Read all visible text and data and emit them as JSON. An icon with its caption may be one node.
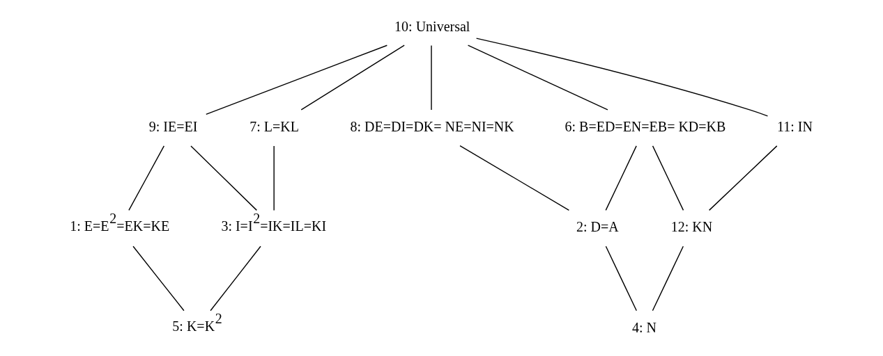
{
  "diagram": {
    "nodes": [
      {
        "text": [
          "10: Universal"
        ]
      },
      {
        "text": [
          "9: IE=EI"
        ]
      },
      {
        "text": [
          "7: L=KL"
        ]
      },
      {
        "text": [
          "8: DE=DI=DK= NE=NI=NK"
        ]
      },
      {
        "text": [
          "6: B=ED=EN=EB= KD=KB"
        ]
      },
      {
        "text": [
          "11: IN"
        ]
      },
      {
        "text": [
          "1: E=E$^{2}$=EK=KE"
        ]
      },
      {
        "text": [
          "3: I=I$^{2}$=IK=IL=KI"
        ]
      },
      {
        "text": [
          "2: D=A"
        ]
      },
      {
        "text": [
          "12: KN"
        ]
      },
      {
        "text": [
          "5: K=K$^{2}$"
        ]
      },
      {
        "text": [
          "4: N"
        ]
      }
    ],
    "edges": [
      {
        "from": 0,
        "to": 1,
        "arrow": "none"
      },
      {
        "from": 0,
        "to": 2,
        "arrow": "none"
      },
      {
        "from": 0,
        "to": 3,
        "arrow": "none"
      },
      {
        "from": 0,
        "to": 4,
        "arrow": "none"
      },
      {
        "from": 0,
        "to": 5,
        "arrow": "none"
      },
      {
        "from": 1,
        "to": 6,
        "arrow": "none"
      },
      {
        "from": 1,
        "to": 7,
        "arrow": "none"
      },
      {
        "from": 2,
        "to": 7,
        "arrow": "none"
      },
      {
        "from": 6,
        "to": 10,
        "arrow": "none"
      },
      {
        "from": 7,
        "to": 10,
        "arrow": "none"
      },
      {
        "from": 3,
        "to": 8,
        "arrow": "none"
      },
      {
        "from": 4,
        "to": 8,
        "arrow": "none"
      },
      {
        "from": 4,
        "to": 9,
        "arrow": "none"
      },
      {
        "from": 5,
        "to": 9,
        "arrow": "none"
      },
      {
        "from": 8,
        "to": 11,
        "arrow": "none"
      },
      {
        "from": 9,
        "to": 11,
        "arrow": "none"
      }
    ]
  }
}
